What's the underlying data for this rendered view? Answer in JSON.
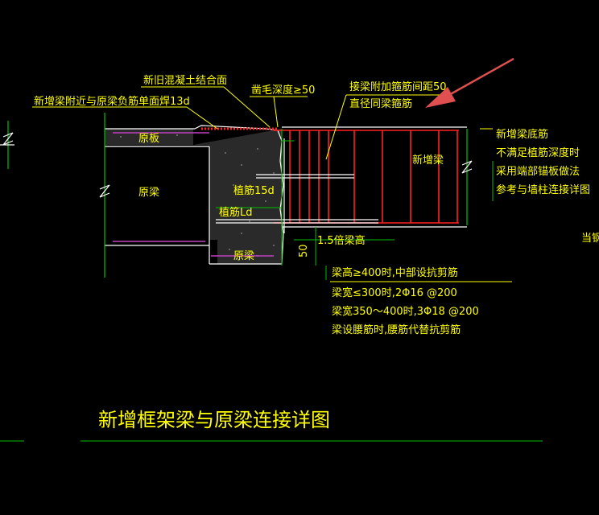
{
  "colors": {
    "background": "#000000",
    "outline": "#ffffff",
    "annotation": "#ffff00",
    "green": "#00c000",
    "rebar_red": "#ff2020",
    "magenta": "#c040c0",
    "arrow": "#e05050",
    "hatch": "#555555"
  },
  "labels": {
    "interface": "新旧混凝土结合面",
    "weld_note": "新增梁附近与原梁负筋单面焊13d",
    "roughen": "凿毛深度≥50",
    "stirrup_note_1": "接梁附加箍筋间距50",
    "stirrup_note_2": "直径同梁箍筋",
    "orig_slab": "原板",
    "orig_beam_left": "原梁",
    "orig_beam_bottom": "原梁",
    "new_beam": "新增梁",
    "planted_15d": "植筋15d",
    "planted_ld": "植筋Ld",
    "dim_50": "50",
    "dim_15h": "1.5倍梁高",
    "bottom_note_1": "新增梁底筋",
    "bottom_note_2": "不满足植筋深度时",
    "bottom_note_3": "采用端部锚板做法",
    "bottom_note_4": "参考与墙柱连接详图",
    "shear_1": "梁高≥400时,中部设抗剪筋",
    "shear_2": "梁宽≤300时,2Φ16 @200",
    "shear_3": "梁宽350～400时,3Φ18 @200",
    "shear_4": "梁设腰筋时,腰筋代替抗剪筋",
    "side_fragment": "当钢",
    "title": "新增框架梁与原梁连接详图"
  },
  "icons": {
    "pointer_arrow": "arrow-icon",
    "break_mark": "break-line-icon"
  }
}
